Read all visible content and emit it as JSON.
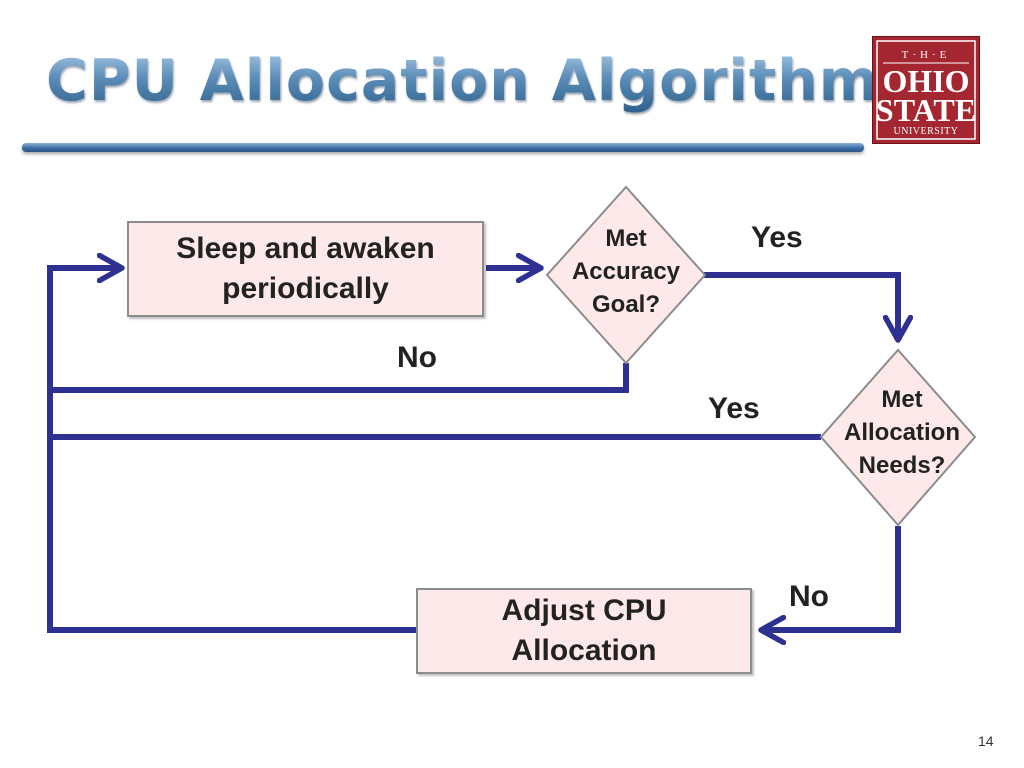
{
  "slide": {
    "title": "CPU Allocation Algorithm",
    "page_number": "14"
  },
  "logo": {
    "name": "ohio-state-university-logo",
    "lines": [
      "T·H·E",
      "OHIO",
      "STATE",
      "UNIVERSITY"
    ],
    "colors": {
      "background": "#a32630",
      "text": "#ffffff"
    }
  },
  "flowchart": {
    "nodes": {
      "sleep": {
        "label": "Sleep and awaken\nperiodically",
        "shape": "rectangle"
      },
      "accuracy": {
        "label": "Met\nAccuracy\nGoal?",
        "shape": "diamond"
      },
      "allocation": {
        "label": "Met\nAllocation\nNeeds?",
        "shape": "diamond"
      },
      "adjust": {
        "label": "Adjust CPU\nAllocation",
        "shape": "rectangle"
      }
    },
    "edges": {
      "sleep_to_accuracy": {
        "from": "sleep",
        "to": "accuracy",
        "label": ""
      },
      "accuracy_yes": {
        "from": "accuracy",
        "to": "allocation",
        "label": "Yes"
      },
      "accuracy_no": {
        "from": "accuracy",
        "to": "sleep",
        "label": "No"
      },
      "allocation_yes": {
        "from": "allocation",
        "to": "sleep",
        "label": "Yes"
      },
      "allocation_no": {
        "from": "allocation",
        "to": "adjust",
        "label": "No"
      },
      "adjust_to_sleep": {
        "from": "adjust",
        "to": "sleep",
        "label": ""
      }
    },
    "colors": {
      "connector": "#2e3192",
      "node_fill": "#fde9ea",
      "node_border": "#8c8c8c"
    }
  }
}
